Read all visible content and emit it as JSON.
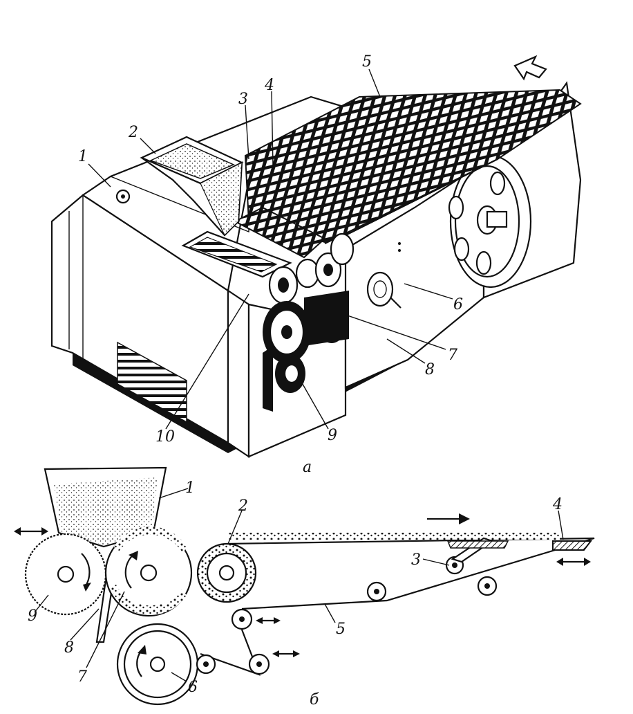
{
  "top_figure": {
    "caption": "а",
    "labels": [
      "1",
      "2",
      "3",
      "4",
      "5",
      "6",
      "7",
      "8",
      "9",
      "10"
    ]
  },
  "bottom_figure": {
    "caption": "б",
    "labels": [
      "1",
      "2",
      "3",
      "4",
      "5",
      "6",
      "7",
      "8",
      "9"
    ]
  }
}
